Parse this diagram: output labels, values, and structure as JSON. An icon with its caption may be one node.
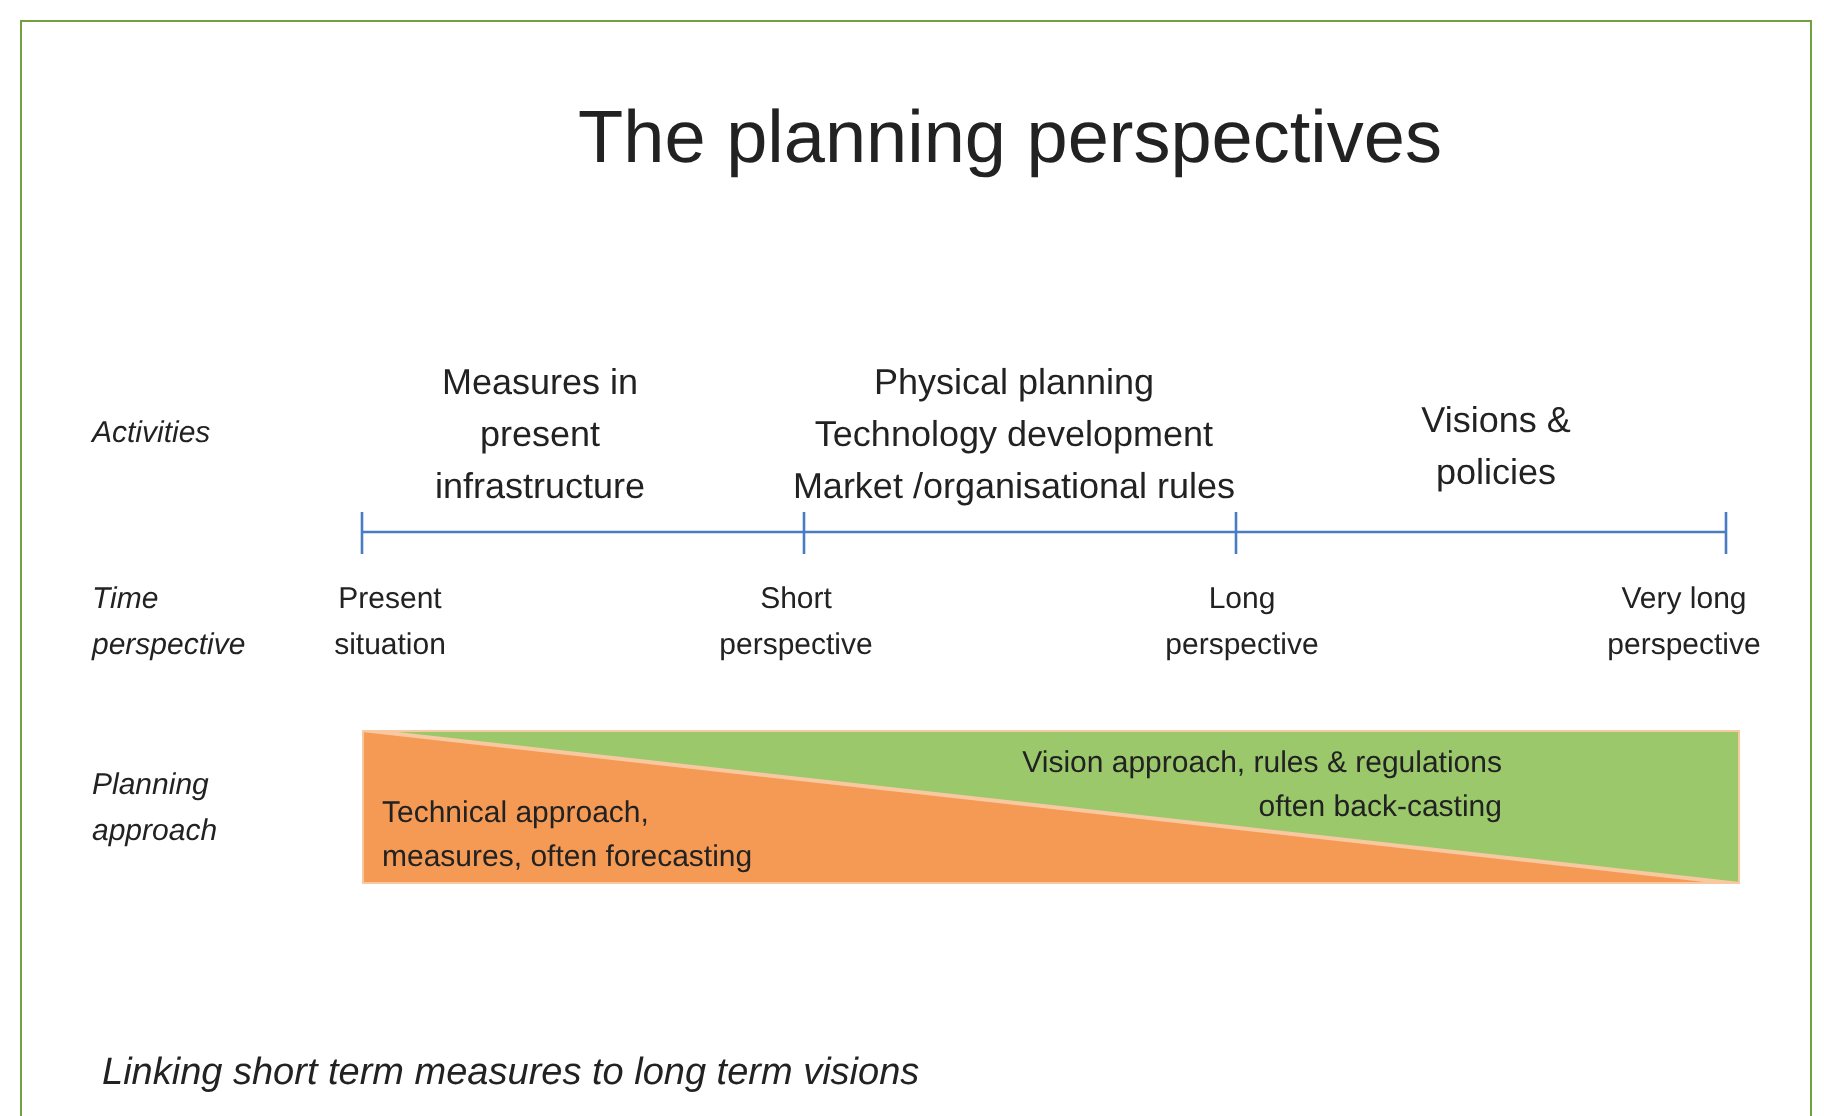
{
  "diagram": {
    "title": "The planning perspectives",
    "caption": "Linking short term measures to long term visions",
    "nodes": [
      {
        "text": [
          "Vision approach, rules & regulations often back-casting"
        ]
      },
      {
        "text": [
          "Technical approach, measures, often forecasting"
        ],
        "in": 0
      }
    ],
    "edges": [],
    "labels": [
      "Activities",
      "Measures in present infrastructure",
      "Physical planning",
      "Technology development",
      "Market /organisational rules",
      "Visions & policies",
      "Time perspective",
      "Present situation",
      "Short perspective",
      "Long perspective",
      "Very long perspective",
      "Planning approach"
    ]
  }
}
